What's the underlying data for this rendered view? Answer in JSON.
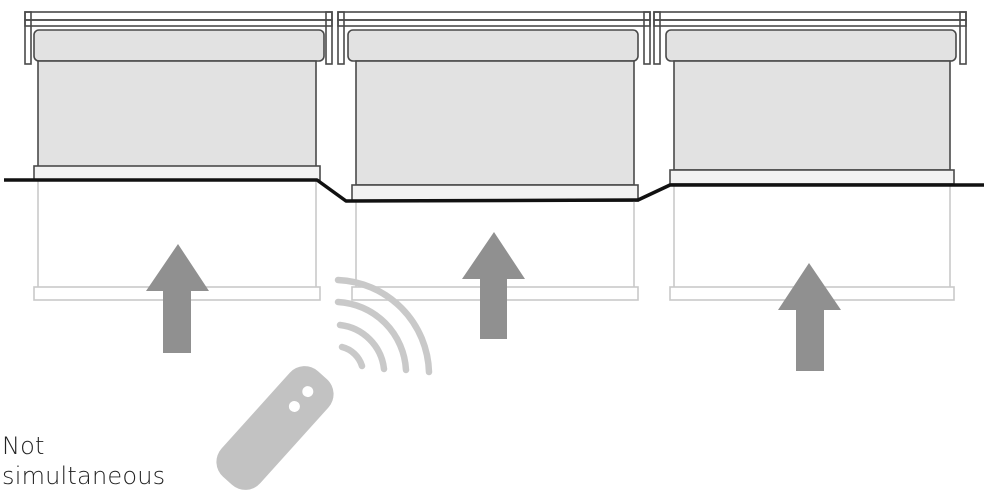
{
  "caption": {
    "line1": "Not",
    "line2": "simultaneous"
  },
  "blinds": [
    {
      "id": "left",
      "level": "high"
    },
    {
      "id": "middle",
      "level": "low"
    },
    {
      "id": "right",
      "level": "medium"
    }
  ],
  "colors": {
    "outline": "#4a4a4a",
    "fabric": "#e2e2e2",
    "ghost": "#c9c9c9",
    "arrow": "#909090",
    "remote": "#c2c2c2",
    "signal": "#c9c9c9",
    "level_line": "#111111"
  },
  "icons": [
    "up-arrow-icon",
    "remote-control-icon",
    "wireless-signal-icon"
  ]
}
